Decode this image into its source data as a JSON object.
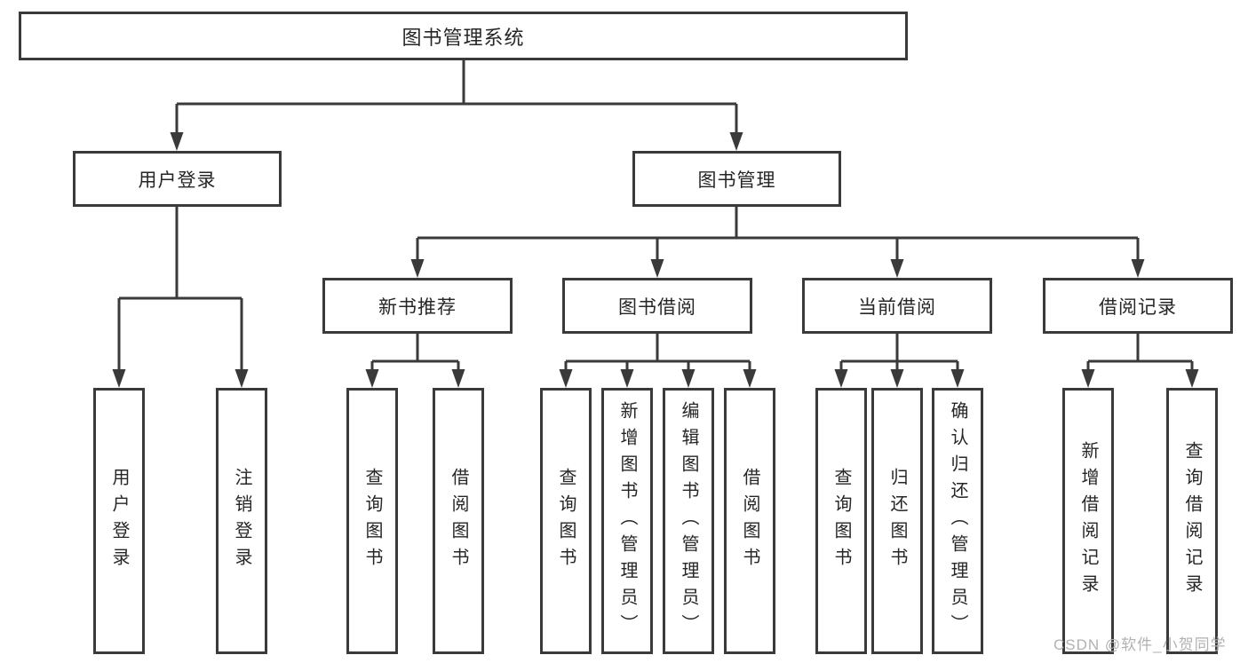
{
  "root": {
    "label": "图书管理系统"
  },
  "level2": [
    {
      "label": "用户登录"
    },
    {
      "label": "图书管理"
    }
  ],
  "level3": [
    {
      "label": "新书推荐"
    },
    {
      "label": "图书借阅"
    },
    {
      "label": "当前借阅"
    },
    {
      "label": "借阅记录"
    }
  ],
  "leaves": [
    {
      "label": "用户登录",
      "parent": "用户登录"
    },
    {
      "label": "注销登录",
      "parent": "用户登录"
    },
    {
      "label": "查询图书",
      "parent": "新书推荐"
    },
    {
      "label": "借阅图书",
      "parent": "新书推荐"
    },
    {
      "label": "查询图书",
      "parent": "图书借阅"
    },
    {
      "label": "新增图书（管理员）",
      "parent": "图书借阅"
    },
    {
      "label": "编辑图书（管理员）",
      "parent": "图书借阅"
    },
    {
      "label": "借阅图书",
      "parent": "图书借阅"
    },
    {
      "label": "查询图书",
      "parent": "当前借阅"
    },
    {
      "label": "归还图书",
      "parent": "当前借阅"
    },
    {
      "label": "确认归还（管理员）",
      "parent": "当前借阅"
    },
    {
      "label": "新增借阅记录",
      "parent": "借阅记录"
    },
    {
      "label": "查询借阅记录",
      "parent": "借阅记录"
    }
  ],
  "watermark": {
    "text": "CSDN @软件_小贺同学"
  },
  "colors": {
    "line": "#3a3a3a",
    "text": "#262626",
    "watermark": "#b2b2b2",
    "background": "#ffffff"
  }
}
